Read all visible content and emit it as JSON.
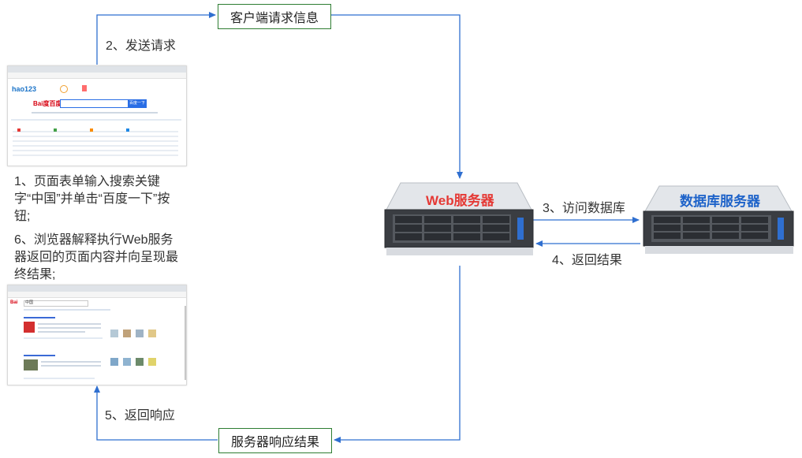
{
  "boxes": {
    "request_info": "客户端请求信息",
    "response_result": "服务器响应结果"
  },
  "steps": {
    "send_request": "2、发送请求",
    "access_db": "3、访问数据库",
    "return_result": "4、返回结果",
    "return_response": "5、返回响应"
  },
  "descriptions": {
    "step1": "1、页面表单输入搜索关键字“中国”并单击“百度一下”按钮;",
    "step6": "6、浏览器解释执行Web服务器返回的页面内容并向呈现最终结果;"
  },
  "servers": {
    "web": "Web服务器",
    "db": "数据库服务器"
  },
  "screenshots": {
    "home_logo": "hao123",
    "baidu_logo": "Bai度百度",
    "search_button": "百度一下",
    "result_query": "中国"
  },
  "colors": {
    "arrow": "#2f6fd0",
    "box_border": "#2e7d32",
    "web_title": "#e53935",
    "db_title": "#1e63c9"
  }
}
